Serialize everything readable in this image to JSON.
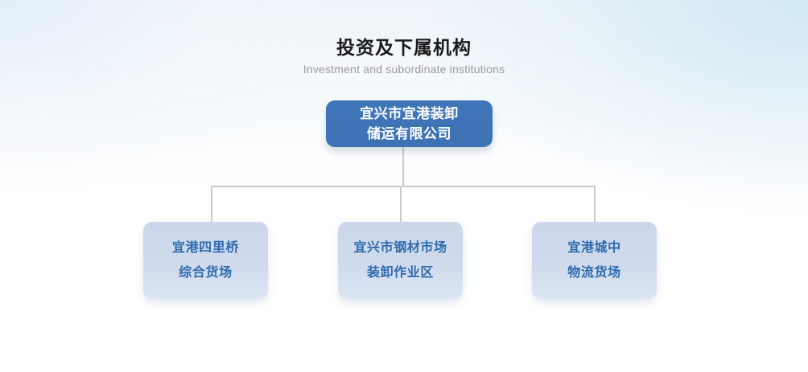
{
  "heading": {
    "title": "投资及下属机构",
    "subtitle": "Investment and subordinate institutions"
  },
  "colors": {
    "root_node_bg": "#3d72b4",
    "root_node_text": "#ffffff",
    "child_node_bg": "#ccd8ea",
    "child_node_text": "#2f6bad",
    "connector_line": "#c9cbcd",
    "title_text": "#1a1a1a",
    "subtitle_text": "#9a9a9a",
    "page_bg_top_left": "#eef4fa",
    "page_bg_top_right": "#dfeef7",
    "page_bg_bottom": "#ffffff"
  },
  "chart_data": {
    "type": "org-chart",
    "title": "投资及下属机构",
    "subtitle": "Investment and subordinate institutions",
    "orientation": "top-down",
    "levels": 2,
    "root": {
      "id": "root",
      "lines": [
        "宜兴市宜港装卸",
        "储运有限公司"
      ],
      "full_label": "宜兴市宜港装卸储运有限公司",
      "style": "filled-blue"
    },
    "children": [
      {
        "id": "child-1",
        "lines": [
          "宜港四里桥",
          "综合货场"
        ],
        "full_label": "宜港四里桥综合货场",
        "style": "light-blue"
      },
      {
        "id": "child-2",
        "lines": [
          "宜兴市钢材市场",
          "装卸作业区"
        ],
        "full_label": "宜兴市钢材市场装卸作业区",
        "style": "light-blue"
      },
      {
        "id": "child-3",
        "lines": [
          "宜港城中",
          "物流货场"
        ],
        "full_label": "宜港城中物流货场",
        "style": "light-blue"
      }
    ]
  }
}
